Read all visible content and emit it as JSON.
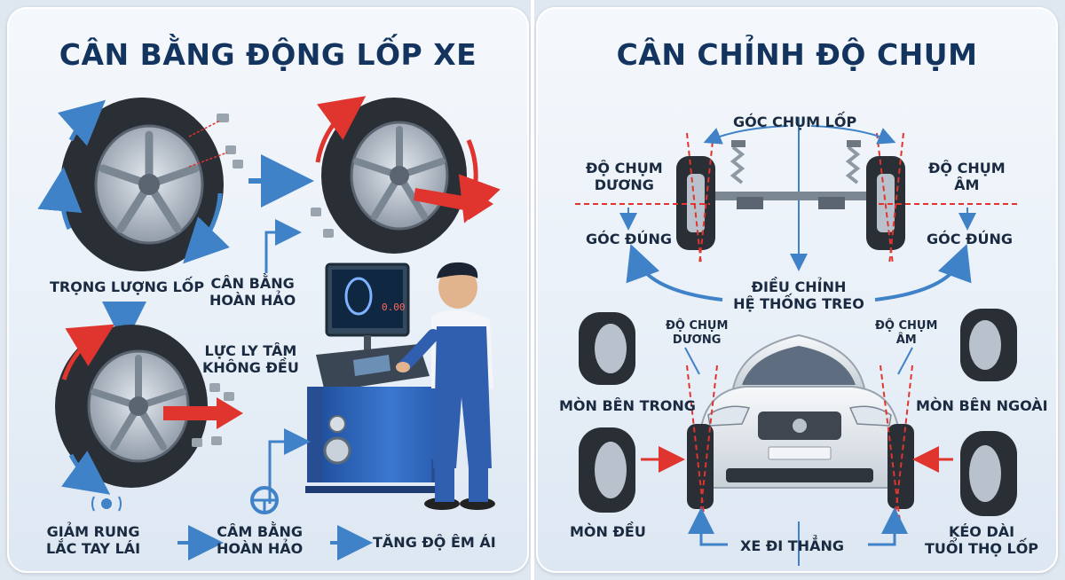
{
  "left": {
    "title": "CÂN BẰNG ĐỘNG LỐP XE",
    "labels": {
      "tire_weight": "TRỌNG LƯỢNG LỐP",
      "balance_perfect_1": "CÂN BẰNG",
      "balance_perfect_2": "HOÀN HẢO",
      "centrifugal_1": "LỰC LY TÂM",
      "centrifugal_2": "KHÔNG ĐỀU",
      "reduce_vib_1": "GIẢM RUNG",
      "reduce_vib_2": "LẮC TAY LÁI",
      "cam_bang_1": "CÂM BẰNG",
      "cam_bang_2": "HOÀN HẢO",
      "comfort": "TĂNG ĐỘ ÊM ÁI"
    },
    "screen_readout": "0.00"
  },
  "right": {
    "title": "CÂN CHỈNH ĐỘ CHỤM",
    "labels": {
      "toe_angle": "GÓC CHỤM LỐP",
      "pos_toe_1": "ĐỘ CHỤM",
      "pos_toe_2": "DƯƠNG",
      "neg_toe_1": "ĐỘ CHỤM",
      "neg_toe_2": "ÂM",
      "correct_left": "GÓC ĐÚNG",
      "correct_right": "GÓC ĐÚNG",
      "adjust_1": "ĐIỀU CHỈNH",
      "adjust_2": "HỆ THỐNG TREO",
      "pos_toe_small_1": "ĐỘ CHỤM",
      "pos_toe_small_2": "DƯƠNG",
      "neg_toe_small_1": "ĐỘ CHỤM",
      "neg_toe_small_2": "ÂM",
      "wear_inner": "MÒN BÊN TRONG",
      "wear_outer": "MÒN BÊN NGOÀI",
      "wear_even": "MÒN ĐỀU",
      "straight": "XE ĐI THẲNG",
      "longer_life_1": "KÉO DÀI",
      "longer_life_2": "TUỔI THỌ LỐP"
    }
  },
  "colors": {
    "title": "#13345f",
    "arrow_blue": "#3f82c8",
    "arrow_red": "#e0352e",
    "tire": "#2a2e35",
    "rim": "#b9c2cc",
    "machine": "#2d63b8"
  }
}
